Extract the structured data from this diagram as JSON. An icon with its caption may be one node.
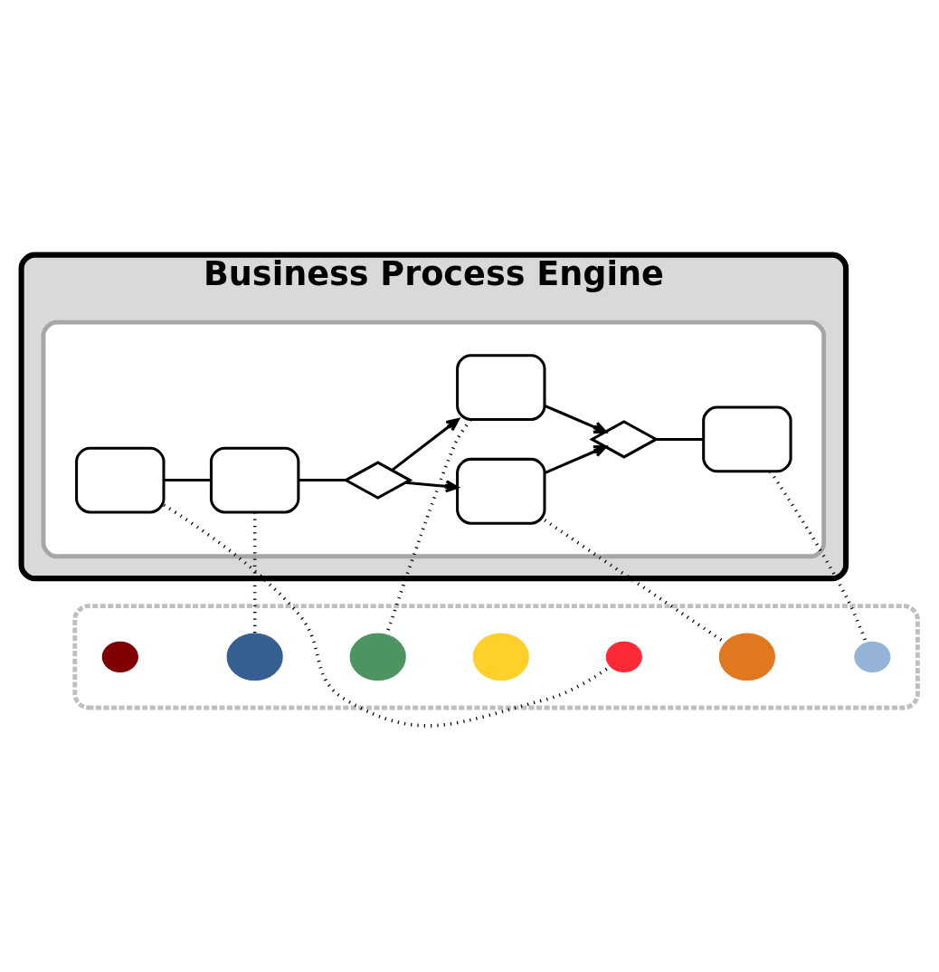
{
  "diagram": {
    "nodes": [
      {
        "text": [
          "Business Process Engine"
        ]
      },
      {
        "text": [],
        "shape": "box",
        "in": 0
      },
      {
        "text": [],
        "shape": "box",
        "in": 1
      },
      {
        "text": [],
        "shape": "box",
        "in": 1
      },
      {
        "text": [],
        "shape": "diamond",
        "in": 1
      },
      {
        "text": [],
        "shape": "box",
        "in": 1
      },
      {
        "text": [],
        "shape": "box",
        "in": 1
      },
      {
        "text": [],
        "shape": "diamond",
        "in": 1
      },
      {
        "text": [],
        "shape": "box",
        "in": 1
      },
      {
        "text": [],
        "shape": "box"
      },
      {
        "text": [],
        "shape": "circle",
        "in": 9
      },
      {
        "text": [],
        "shape": "circle",
        "in": 9
      },
      {
        "text": [],
        "shape": "circle",
        "in": 9
      },
      {
        "text": [],
        "shape": "circle",
        "in": 9
      },
      {
        "text": [],
        "shape": "circle",
        "in": 9
      },
      {
        "text": [],
        "shape": "circle",
        "in": 9
      },
      {
        "text": [],
        "shape": "circle",
        "in": 9
      }
    ],
    "edges": [
      {
        "from": 2,
        "to": 3,
        "arrow": "none"
      },
      {
        "from": 3,
        "to": 4,
        "arrow": "none"
      },
      {
        "from": 4,
        "to": 5,
        "arrow": "to"
      },
      {
        "from": 4,
        "to": 6,
        "arrow": "to"
      },
      {
        "from": 5,
        "to": 7,
        "arrow": "to"
      },
      {
        "from": 6,
        "to": 7,
        "arrow": "to"
      },
      {
        "from": 7,
        "to": 8,
        "arrow": "none"
      },
      {
        "from": 2,
        "to": 14,
        "arrow": "none",
        "style": "dashed"
      },
      {
        "from": 3,
        "to": 11,
        "arrow": "none",
        "style": "dashed"
      },
      {
        "from": 5,
        "to": 15,
        "arrow": "none",
        "style": "dashed"
      },
      {
        "from": 6,
        "to": 12,
        "arrow": "none",
        "style": "dashed"
      },
      {
        "from": 8,
        "to": 16,
        "arrow": "none",
        "style": "dashed"
      }
    ]
  }
}
